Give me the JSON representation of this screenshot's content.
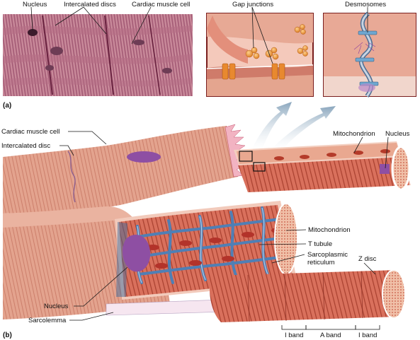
{
  "panels": {
    "a": "(a)",
    "b": "(b)"
  },
  "micrograph_labels": {
    "nucleus": "Nucleus",
    "intercalated_discs": "Intercalated discs",
    "cardiac_muscle_cell": "Cardiac muscle cell"
  },
  "inset_labels": {
    "gap_junctions": "Gap junctions",
    "desmosomes": "Desmosomes"
  },
  "diagram_labels": {
    "cardiac_muscle_cell": "Cardiac muscle cell",
    "intercalated_disc": "Intercalated disc",
    "mitochondrion_top": "Mitochondrion",
    "nucleus_top": "Nucleus",
    "mitochondrion": "Mitochondrion",
    "t_tubule": "T tubule",
    "sarcoplasmic_line1": "Sarcoplasmic",
    "sarcoplasmic_line2": "reticulum",
    "z_disc": "Z disc",
    "nucleus": "Nucleus",
    "sarcolemma": "Sarcolemma"
  },
  "band_labels": {
    "i_band_left": "I band",
    "a_band": "A band",
    "i_band_right": "I band"
  },
  "colors": {
    "micrograph_bg": "#c98a9a",
    "micrograph_stripe": "#8e3e59",
    "muscle": "#e3a38e",
    "muscle_dark": "#c9725d",
    "myofibril": "#d45c4a",
    "t_tubule": "#4f7fb5",
    "nucleus": "#8e4fa3",
    "gap_junction": "#e79a3c",
    "inset_frame": "#7a1e1e",
    "arrow": "#9fb3c4"
  }
}
